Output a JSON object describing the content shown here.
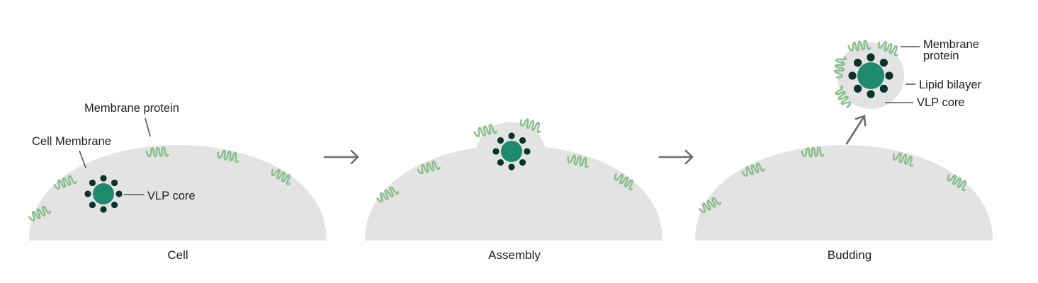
{
  "colors": {
    "cell": "#e3e3e3",
    "protein": "#8cc08f",
    "vlp_core": "#1e8a6d",
    "vlp_dots": "#0b3328",
    "arrow": "#6d6d6d",
    "text": "#222222",
    "leader": "#555555"
  },
  "panels": {
    "cell": {
      "caption": "Cell",
      "labels": {
        "membrane_protein": "Membrane protein",
        "cell_membrane": "Cell Membrane",
        "vlp_core": "VLP core"
      }
    },
    "assembly": {
      "caption": "Assembly"
    },
    "budding": {
      "caption": "Budding",
      "labels": {
        "membrane_protein_line1": "Membrane",
        "membrane_protein_line2": "protein",
        "lipid_bilayer": "Lipid bilayer",
        "vlp_core": "VLP core"
      }
    }
  },
  "icons": {
    "stage_arrow": "arrow-right-icon",
    "release_arrow": "arrow-up-right-icon",
    "membrane_protein": "coil-icon",
    "vlp_core": "vlp-particle-icon"
  }
}
